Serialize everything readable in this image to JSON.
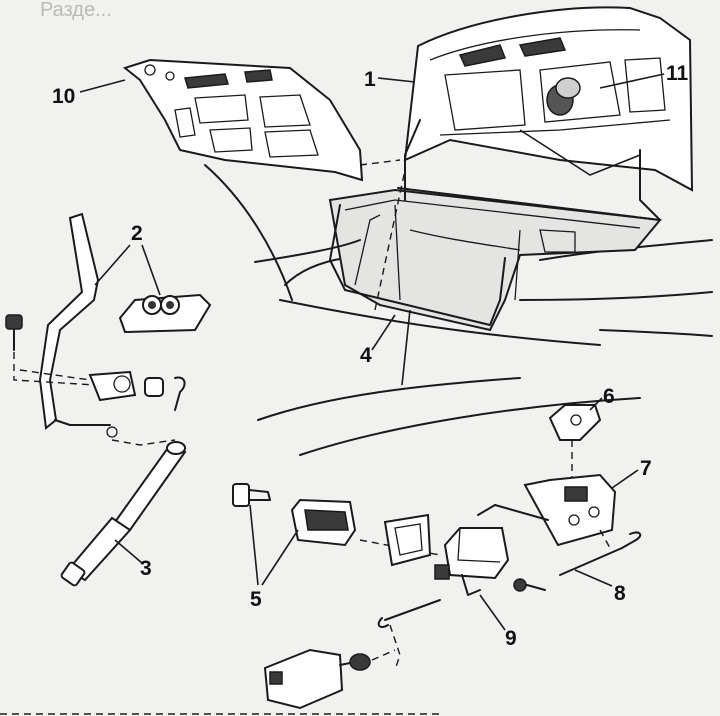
{
  "header_text": "Разде...",
  "callouts": {
    "c1": "1",
    "c2": "2",
    "c3": "3",
    "c4": "4",
    "c5": "5",
    "c6": "6",
    "c7": "7",
    "c8": "8",
    "c9": "9",
    "c10": "10",
    "c11": "11"
  }
}
